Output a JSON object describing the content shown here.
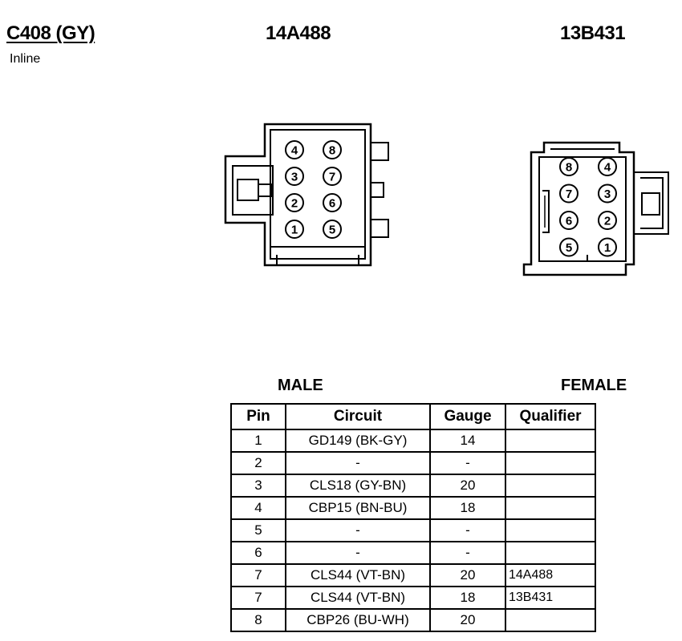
{
  "header": {
    "title": "C408 (GY)",
    "subtitle": "Inline",
    "male_part": "14A488",
    "female_part": "13B431"
  },
  "labels": {
    "male": "MALE",
    "female": "FEMALE"
  },
  "male_pins": [
    {
      "pin": "4",
      "col": 0,
      "row": 0
    },
    {
      "pin": "8",
      "col": 1,
      "row": 0
    },
    {
      "pin": "3",
      "col": 0,
      "row": 1
    },
    {
      "pin": "7",
      "col": 1,
      "row": 1
    },
    {
      "pin": "2",
      "col": 0,
      "row": 2
    },
    {
      "pin": "6",
      "col": 1,
      "row": 2
    },
    {
      "pin": "1",
      "col": 0,
      "row": 3
    },
    {
      "pin": "5",
      "col": 1,
      "row": 3
    }
  ],
  "female_pins": [
    {
      "pin": "8",
      "col": 0,
      "row": 0
    },
    {
      "pin": "4",
      "col": 1,
      "row": 0
    },
    {
      "pin": "7",
      "col": 0,
      "row": 1
    },
    {
      "pin": "3",
      "col": 1,
      "row": 1
    },
    {
      "pin": "6",
      "col": 0,
      "row": 2
    },
    {
      "pin": "2",
      "col": 1,
      "row": 2
    },
    {
      "pin": "5",
      "col": 0,
      "row": 3
    },
    {
      "pin": "1",
      "col": 1,
      "row": 3
    }
  ],
  "table": {
    "columns": [
      "Pin",
      "Circuit",
      "Gauge",
      "Qualifier"
    ],
    "rows": [
      {
        "pin": "1",
        "circuit": "GD149 (BK-GY)",
        "gauge": "14",
        "qualifier": ""
      },
      {
        "pin": "2",
        "circuit": "-",
        "gauge": "-",
        "qualifier": ""
      },
      {
        "pin": "3",
        "circuit": "CLS18 (GY-BN)",
        "gauge": "20",
        "qualifier": ""
      },
      {
        "pin": "4",
        "circuit": "CBP15 (BN-BU)",
        "gauge": "18",
        "qualifier": ""
      },
      {
        "pin": "5",
        "circuit": "-",
        "gauge": "-",
        "qualifier": ""
      },
      {
        "pin": "6",
        "circuit": "-",
        "gauge": "-",
        "qualifier": ""
      },
      {
        "pin": "7",
        "circuit": "CLS44 (VT-BN)",
        "gauge": "20",
        "qualifier": "14A488"
      },
      {
        "pin": "7",
        "circuit": "CLS44 (VT-BN)",
        "gauge": "18",
        "qualifier": "13B431"
      },
      {
        "pin": "8",
        "circuit": "CBP26 (BU-WH)",
        "gauge": "20",
        "qualifier": ""
      }
    ]
  }
}
